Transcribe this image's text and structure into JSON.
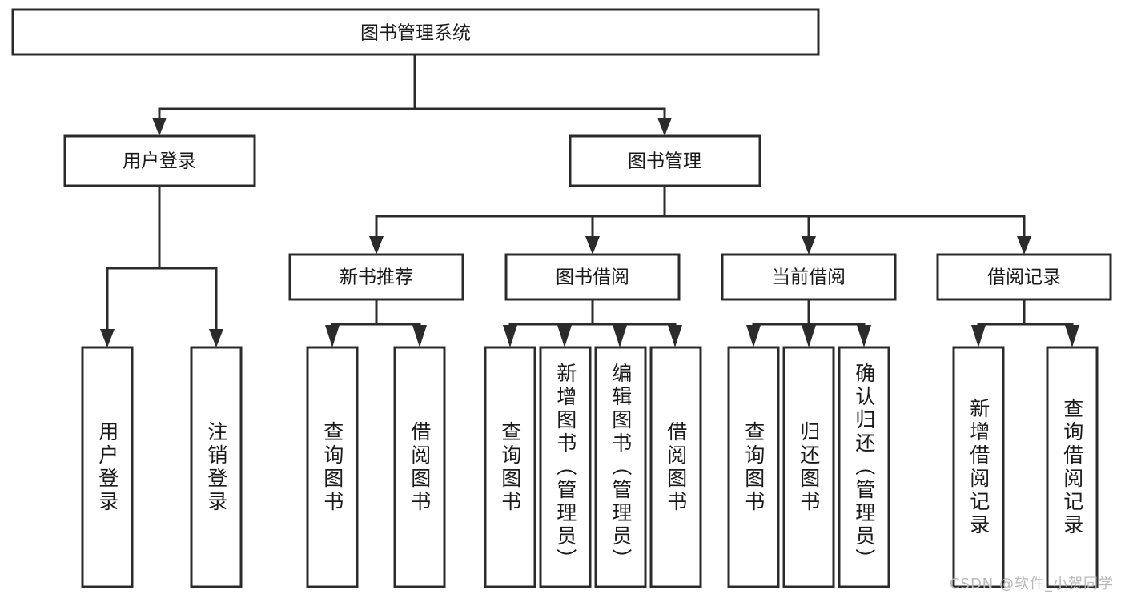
{
  "diagram": {
    "type": "tree-hierarchy",
    "title": "图书管理系统",
    "orientation": "top-down",
    "colors": {
      "stroke": "#2b2b2b",
      "box_fill": "#ffffff",
      "text": "#1a1a1a",
      "background": "#ffffff",
      "watermark": "#b9b9b9"
    },
    "root": {
      "label": "图书管理系统"
    },
    "level1": [
      {
        "label": "用户登录"
      },
      {
        "label": "图书管理"
      }
    ],
    "level2": [
      {
        "label": "新书推荐",
        "parent": "图书管理"
      },
      {
        "label": "图书借阅",
        "parent": "图书管理"
      },
      {
        "label": "当前借阅",
        "parent": "图书管理"
      },
      {
        "label": "借阅记录",
        "parent": "图书管理"
      }
    ],
    "leaves": {
      "user_login": [
        {
          "label": "用户登录"
        },
        {
          "label": "注销登录"
        }
      ],
      "new_book_recommend": [
        {
          "label": "查询图书"
        },
        {
          "label": "借阅图书"
        }
      ],
      "book_borrow": [
        {
          "label": "查询图书"
        },
        {
          "label": "新增图书（管理员）"
        },
        {
          "label": "编辑图书（管理员）"
        },
        {
          "label": "借阅图书"
        }
      ],
      "current_borrow": [
        {
          "label": "查询图书"
        },
        {
          "label": "归还图书"
        },
        {
          "label": "确认归还（管理员）"
        }
      ],
      "borrow_record": [
        {
          "label": "新增借阅记录"
        },
        {
          "label": "查询借阅记录"
        }
      ]
    }
  },
  "watermark": {
    "text": "CSDN @软件_小贺同学"
  }
}
